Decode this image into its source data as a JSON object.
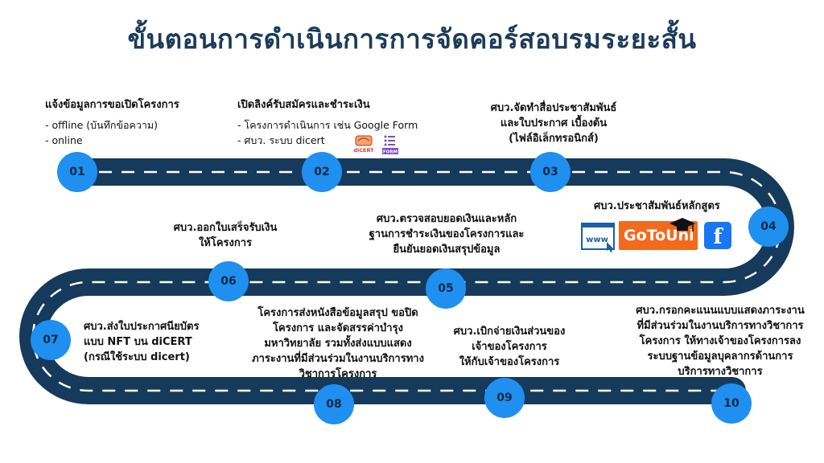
{
  "title": "ขั้นตอนการดำเนินการการจัดคอร์สอบรมระยะสั้น",
  "colors": {
    "road": "#163a5c",
    "step_circle": "#1f8ff0",
    "title": "#1c3b5a",
    "dash": "#ffffff"
  },
  "steps": [
    {
      "num": "01",
      "lines": [
        "แจ้งข้อมูลการขอเปิดโครงการ"
      ],
      "bullets": [
        "- offline (บันทึกข้อความ)",
        "- online"
      ]
    },
    {
      "num": "02",
      "lines": [
        "เปิดลิงค์รับสมัครและชำระเงิน"
      ],
      "bullets": [
        "- โครงการดำเนินการ เช่น Google Form",
        "- ศบว. ระบบ dicert"
      ]
    },
    {
      "num": "03",
      "lines": [
        "ศบว.จัดทำสื่อประชาสัมพันธ์",
        "และใบประกาศ เบื้องต้น",
        "(ไฟล์อิเล็กทรอนิกส์)"
      ]
    },
    {
      "num": "04",
      "lines": [
        "ศบว.ประชาสัมพันธ์หลักสูตร"
      ]
    },
    {
      "num": "05",
      "lines": [
        "ศบว.ตรวจสอบยอดเงินและหลัก",
        "ฐานการชำระเงินของโครงการและ",
        "ยืนยันยอดเงินสรุปข้อมูล"
      ]
    },
    {
      "num": "06",
      "lines": [
        "ศบว.ออกใบเสร็จรับเงิน",
        "ให้โครงการ"
      ]
    },
    {
      "num": "07",
      "lines": [
        "ศบว.ส่งใบประกาศนียบัตร",
        "แบบ NFT บน diCERT",
        "(กรณีใช้ระบบ dicert)"
      ]
    },
    {
      "num": "08",
      "lines": [
        "โครงการส่งหนังสือข้อมูลสรุป ขอปิด",
        "โครงการ และจัดสรรค่าบำรุง",
        "มหาวิทยาลัย รวมทั้งส่งแบบแสดง",
        "ภาระงานที่มีส่วนร่วมในงานบริการทาง",
        "วิชาการโครงการ"
      ]
    },
    {
      "num": "09",
      "lines": [
        "ศบว.เบิกจ่ายเงินส่วนของ",
        "เจ้าของโครงการ",
        "ให้กับเจ้าของโครงการ"
      ]
    },
    {
      "num": "10",
      "lines": [
        "ศบว.กรอกคะแนนแบบแสดงภาระงาน",
        "ที่มีส่วนร่วมในงานบริการทางวิชาการ",
        "โครงการ ให้ทางเจ้าของโครงการลง",
        "ระบบฐานข้อมูลบุคลากรด้านการ",
        "บริการทางวิชาการ"
      ]
    }
  ],
  "logos": {
    "dicert": "diCERT",
    "form": "FORM",
    "www": "www",
    "gotou": "GoToUni",
    "facebook": "f"
  },
  "icons": [
    "dicert-logo-icon",
    "google-form-icon",
    "www-icon",
    "gotouni-logo-icon",
    "facebook-icon"
  ]
}
